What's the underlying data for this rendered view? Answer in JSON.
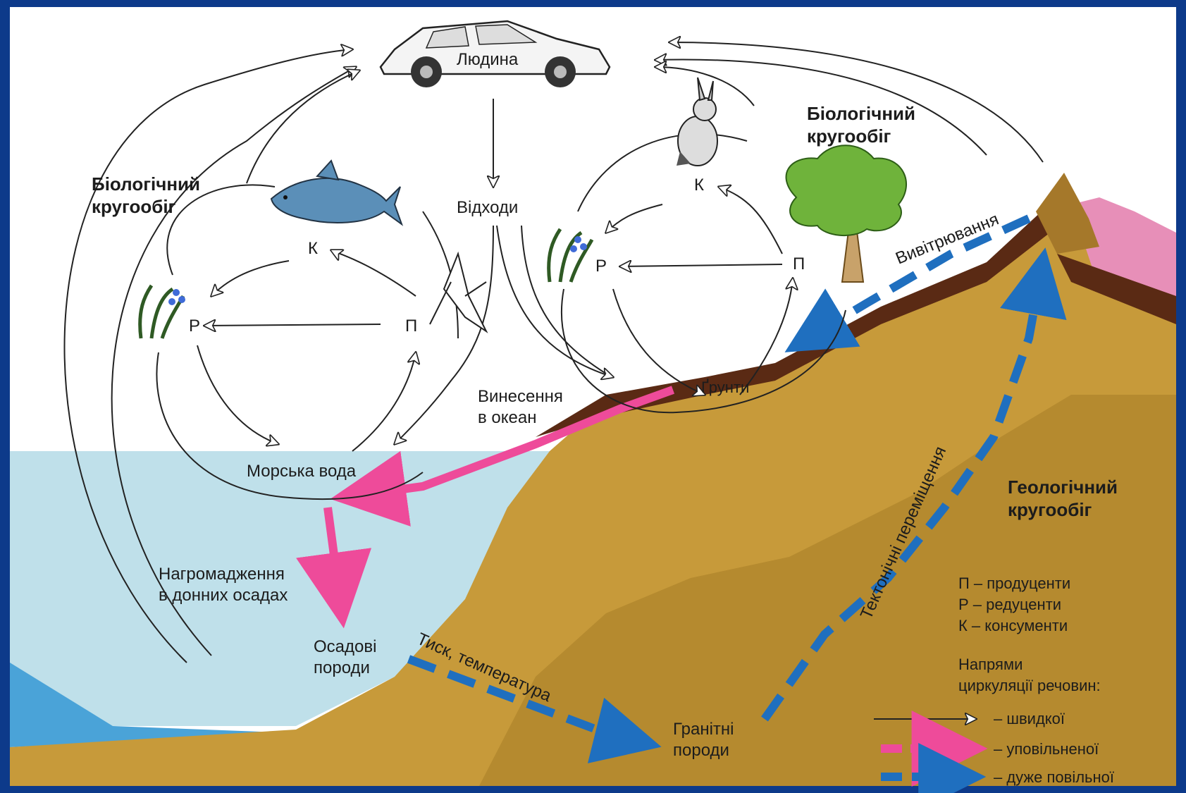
{
  "labels": {
    "human": "Людина",
    "waste": "Відходи",
    "bio_left_1": "Біологічний",
    "bio_left_2": "кругообіг",
    "bio_right_1": "Біологічний",
    "bio_right_2": "кругообіг",
    "k_left": "К",
    "p_left": "П",
    "r_left": "Р",
    "k_right": "К",
    "p_right": "П",
    "r_right": "Р",
    "weathering": "Вивітрювання",
    "soil": "Ґрунти",
    "export_1": "Винесення",
    "export_2": "в океан",
    "sea_water": "Морська вода",
    "accum_1": "Нагромадження",
    "accum_2": "в донних осадах",
    "sed_1": "Осадові",
    "sed_2": "породи",
    "pressure": "Тиск, температура",
    "granite_1": "Гранітні",
    "granite_2": "породи",
    "tectonic": "Тектонічні переміщення",
    "geo_1": "Геологічний",
    "geo_2": "кругообіг"
  },
  "legend": {
    "p": "П – продуценти",
    "r": "Р – редуценти",
    "k": "К – консументи",
    "title_1": "Напрями",
    "title_2": "циркуляції речовин:",
    "fast": "– швидкої",
    "slow": "– уповільненої",
    "very_slow": "– дуже повільної"
  },
  "colors": {
    "frame": "#0d3a8a",
    "sky": "#ffffff",
    "sea": "#bfe0ea",
    "land": "#c79a3a",
    "soil": "#5a2a14",
    "fast_arrow": "#222222",
    "slow_arrow": "#ee4b9a",
    "very_slow_arrow": "#1f6fbf"
  },
  "icons": [
    "car-icon",
    "fish-icon",
    "rabbit-icon",
    "tree-icon",
    "plant-icon",
    "insect-icon"
  ]
}
